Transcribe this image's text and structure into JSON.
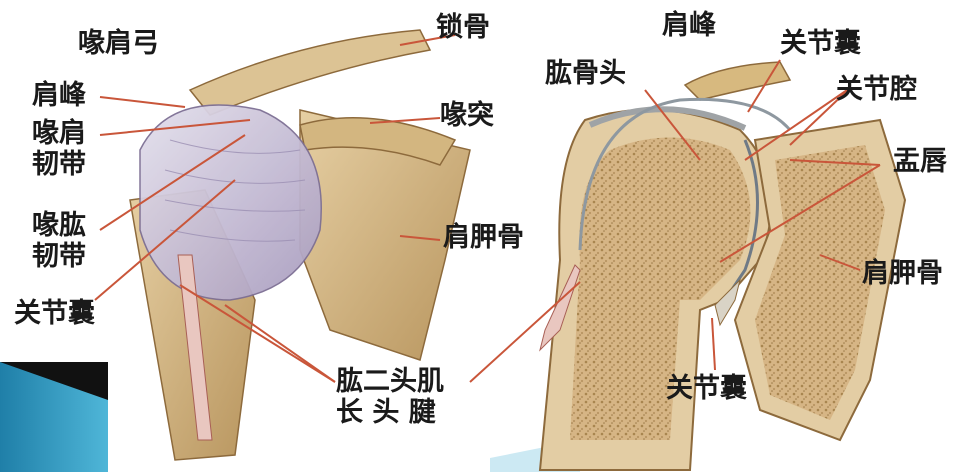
{
  "left_view": {
    "labels": {
      "coracoacromial_arch": "喙肩弓",
      "acromion": "肩峰",
      "coracoacromial_ligament": [
        "喙肩",
        "韧带"
      ],
      "coracohumeral_ligament": [
        "喙肱",
        "韧带"
      ],
      "joint_capsule": "关节囊",
      "clavicle": "锁骨",
      "coracoid_process": "喙突",
      "scapula": "肩胛骨"
    }
  },
  "right_view": {
    "labels": {
      "acromion": "肩峰",
      "joint_capsule_top": "关节囊",
      "humeral_head": "肱骨头",
      "joint_cavity": "关节腔",
      "glenoid_labrum": "盂唇",
      "scapula": "肩胛骨",
      "joint_capsule_bottom": "关节囊"
    }
  },
  "shared_label": {
    "biceps_long_head_tendon": [
      "肱二头肌",
      "长 头 腱"
    ]
  },
  "colors": {
    "leader_line": "#c9563a",
    "bone": "#d9b98a",
    "bone_dark": "#a8854f",
    "cancellous": "#c9a877",
    "ligament": "#c8c0d6",
    "cartilage": "#e7e2d8",
    "slide_accent": "#2a8fb8"
  }
}
